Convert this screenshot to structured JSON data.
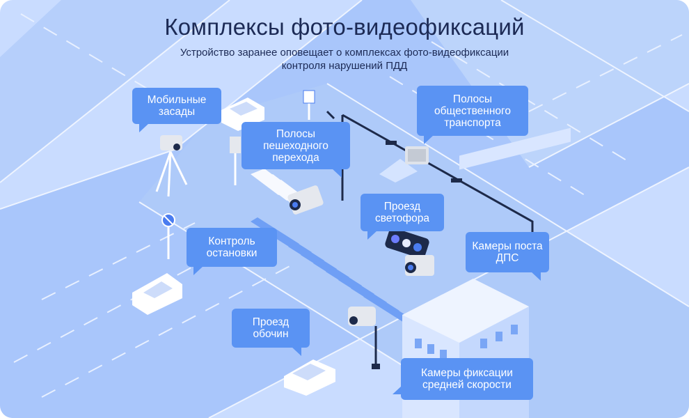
{
  "title": "Комплексы фото-видеофиксаций",
  "subtitle": "Устройство заранее оповещает о комплексах фото-видеофиксации контроля нарушений ПДД",
  "labels": {
    "mobile": "Мобильные засады",
    "pedestrian": "Полосы пешеходного перехода",
    "public_transport": "Полосы общественного транспорта",
    "traffic_light": "Проезд светофора",
    "stop_control": "Контроль остановки",
    "dps_post": "Камеры поста ДПС",
    "shoulder": "Проезд обочин",
    "avg_speed": "Камеры фиксации средней скорости"
  },
  "colors": {
    "background": "#c9dcff",
    "road": "#a9c6fb",
    "bubble": "#5a93f3",
    "title": "#1c2a55"
  },
  "icons": [
    "camera-icon",
    "traffic-light-icon",
    "car-icon",
    "road-sign-icon",
    "pedestrian-sign-icon",
    "building-icon"
  ]
}
